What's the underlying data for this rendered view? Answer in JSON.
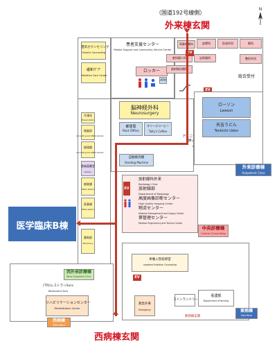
{
  "header": {
    "road_label": "（国道192号線側）",
    "outpatient_entrance": "外来棟玄関",
    "west_entrance": "西病棟玄関",
    "north_mark": "N"
  },
  "left_building": {
    "label": "医学臨床B棟"
  },
  "wings": {
    "outpatient": {
      "jp": "外来診療棟",
      "en": "Outpatient Clinic"
    },
    "central": {
      "jp": "中央診療棟",
      "en": "Central Clinical Bldg"
    },
    "west_outpatient": {
      "jp": "西外来診療棟",
      "en": "West Outpatient Clinic"
    },
    "west_ward": {
      "jp": "西病棟",
      "en": "West Ward"
    },
    "east_ward": {
      "jp": "東病棟",
      "en": "East Ward"
    }
  },
  "rooms": {
    "patient_support": {
      "jp": "患者支援センター",
      "en": "Patient Support and Community Service Center"
    },
    "locker": {
      "jp": "ロッカー"
    },
    "neurosurgery": {
      "jp": "脳神経外科",
      "en": "Neurosurgery"
    },
    "post_office": {
      "jp": "郵便局",
      "en": "Post Office"
    },
    "tullys": {
      "jp": "タリーズコーヒー",
      "en": "Tully's Coffee"
    },
    "vending": {
      "jp": "自動販売機",
      "en": "Vending Machine"
    },
    "amenity_terrace": {
      "jp": "アメニティテラス",
      "sub": "（憩いの広場）",
      "en": "Lobby"
    },
    "lawson": {
      "jp": "ローソン",
      "en": "Lawson"
    },
    "tenkichi": {
      "jp": "天吉うどん",
      "en": "Tenkichi Udon"
    },
    "general_reception": {
      "jp": "総合受付"
    },
    "radiology_outpatient": {
      "jp": "放射線科外来",
      "en": "Radiology Clinic"
    },
    "radiology_dept": {
      "jp": "放射線部",
      "en": "Department of Radiology"
    },
    "imaging_center": {
      "jp": "高度画像診断センター",
      "en": "High Quality Imaging Center"
    },
    "material_center": {
      "jp": "物流センター",
      "en": "Material Management and Supply Center"
    },
    "me_center": {
      "jp": "第管理センター",
      "en": "Medical Engineering and Techno Center"
    },
    "library": {
      "jp": "患者図書室",
      "en": "Library"
    },
    "rehab": {
      "jp": "リハビリテーションセンター",
      "en": "Rehabilitation Center"
    },
    "tmj": {
      "jp": "[TRI]レストランSora",
      "en": "Restaurant Sora"
    },
    "emergency": {
      "jp": "救急外来",
      "en": "Emergency"
    },
    "nutrition": {
      "jp": "栄養入院指導室",
      "en": "Inpatient Nutrition Counseling"
    },
    "laundry": {
      "jp": "コインランドリー"
    },
    "nursing": {
      "jp": "看護部",
      "en": "Department of Nursing"
    },
    "east_entrance": {
      "jp": "東病棟玄関"
    }
  },
  "left_column": [
    {
      "jp": "遺伝カウンセリング",
      "en": "Genetic Counseling"
    },
    {
      "jp": "緩和ケア",
      "en": "Palliative Care Center"
    },
    {
      "jp": "冷凍化",
      "en": "Preservation"
    },
    {
      "jp": "検査部",
      "en": "Accounting and Affairs Section"
    },
    {
      "jp": "経理課",
      "en": "Accounting and Affairs Section"
    },
    {
      "jp": "総務課",
      "en": "Affairs Section"
    },
    {
      "jp": "医事課",
      "en": "Affairs Section"
    },
    {
      "jp": "薬剤部",
      "en": "Pharmacy"
    }
  ],
  "right_top_clinics": [
    "耳鼻咽喉科",
    "皮膚科",
    "形成外科",
    "眼科",
    "産科婦人科",
    "泌尿器科",
    "放射線治療科",
    "整形外科"
  ],
  "labels": {
    "ev": "EV",
    "atm": "ATM"
  },
  "colors": {
    "corridor_red": "#c0392b",
    "title_red": "#d4131f",
    "blue": "#3d6fb6"
  }
}
